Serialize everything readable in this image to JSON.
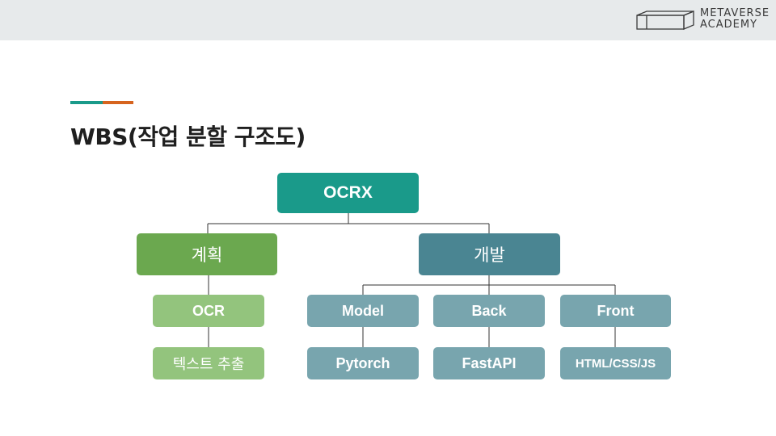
{
  "logo": {
    "line1": "METAVERSE",
    "line2": "ACADEMY"
  },
  "title": "WBS(작업 분할 구조도)",
  "wbs": {
    "root": "OCRX",
    "plan": {
      "label": "계획",
      "task": "OCR",
      "subtask": "텍스트 추출"
    },
    "dev": {
      "label": "개발",
      "model": {
        "label": "Model",
        "tool": "Pytorch"
      },
      "back": {
        "label": "Back",
        "tool": "FastAPI"
      },
      "front": {
        "label": "Front",
        "tool": "HTML/CSS/JS"
      }
    }
  },
  "colors": {
    "root": "#1a9a8a",
    "plan": "#6ba84f",
    "plan_sub": "#93c47d",
    "dev": "#4a8592",
    "dev_sub": "#78a5ae",
    "accent_teal": "#1a9a8a",
    "accent_orange": "#d6641f"
  }
}
